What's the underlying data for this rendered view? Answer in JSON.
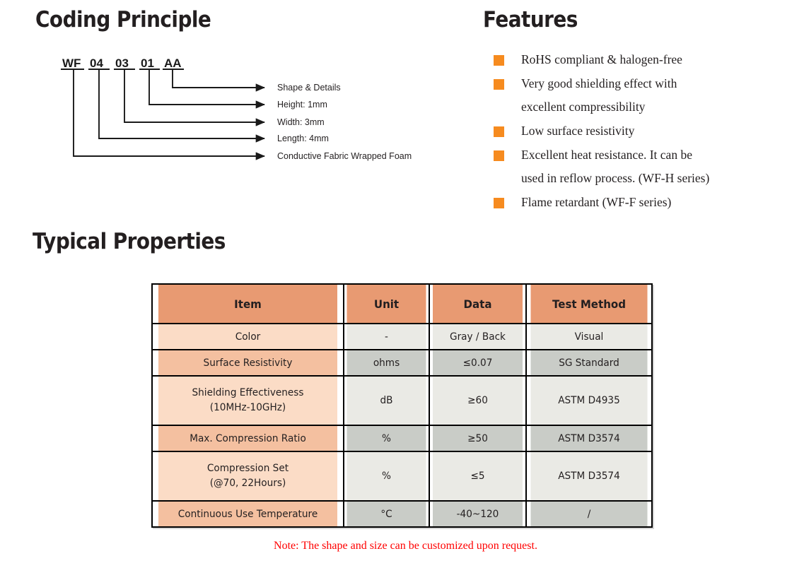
{
  "sections": {
    "coding_title": "Coding Principle",
    "features_title": "Features",
    "properties_title": "Typical Properties"
  },
  "coding": {
    "segments": [
      {
        "text": "WF"
      },
      {
        "text": "04"
      },
      {
        "text": "03"
      },
      {
        "text": "01"
      },
      {
        "text": "AA"
      }
    ],
    "labels": [
      "Shape & Details",
      "Height: 1mm",
      "Width: 3mm",
      "Length: 4mm",
      "Conductive Fabric Wrapped Foam"
    ]
  },
  "features": {
    "bullet_color": "#f68b1f",
    "bullet_shadow_color": "#1f93d1",
    "items": [
      "RoHS compliant & halogen-free",
      "Very good shielding effect with\nexcellent compressibility",
      "Low surface resistivity",
      "Excellent heat resistance. It can be\nused in reflow process. (WF-H series)",
      "Flame retardant (WF-F series)"
    ]
  },
  "table": {
    "header_color": "#e89a72",
    "item_light_color": "#fbdcc6",
    "item_dark_color": "#f4c0a0",
    "value_light_color": "#eaeae5",
    "value_dark_color": "#c9ccc7",
    "columns": [
      "Item",
      "Unit",
      "Data",
      "Test Method"
    ],
    "rows": [
      {
        "item": "Color",
        "unit": "-",
        "data": "Gray / Back",
        "method": "Visual"
      },
      {
        "item": "Surface Resistivity",
        "unit": "ohms",
        "data": "≤0.07",
        "method": "SG Standard"
      },
      {
        "item": "Shielding Effectiveness\n(10MHz-10GHz)",
        "unit": "dB",
        "data": "≥60",
        "method": "ASTM D4935"
      },
      {
        "item": "Max. Compression Ratio",
        "unit": "%",
        "data": "≥50",
        "method": "ASTM D3574"
      },
      {
        "item": "Compression Set\n(@70, 22Hours)",
        "unit": "%",
        "data": "≤5",
        "method": "ASTM D3574"
      },
      {
        "item": "Continuous Use Temperature",
        "unit": "°C",
        "data": "-40~120",
        "method": "/"
      }
    ],
    "note": "Note: The shape and size can be customized upon request.",
    "note_color": "#ff0000"
  }
}
